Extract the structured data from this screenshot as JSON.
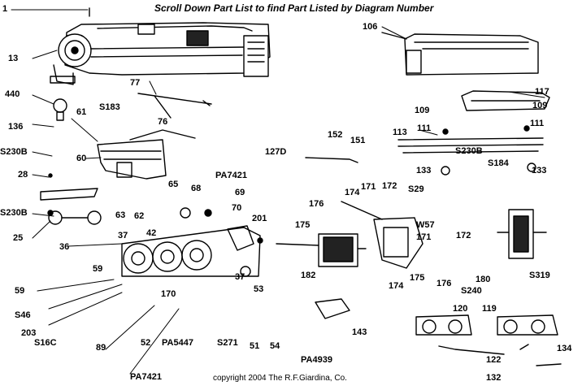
{
  "header": "Scroll Down Part List to find Part Listed by Diagram Number",
  "copyright": "copyright 2004 The R.F.Giardina, Co.",
  "callouts": [
    "1",
    "13",
    "106",
    "440",
    "77",
    "61",
    "S183",
    "136",
    "76",
    "117",
    "109",
    "109",
    "111",
    "111",
    "113",
    "S230B",
    "S230B",
    "152",
    "151",
    "127D",
    "60",
    "133",
    "S184",
    "133",
    "28",
    "PA7421",
    "65",
    "68",
    "69",
    "S230B",
    "62",
    "63",
    "25",
    "37",
    "42",
    "70",
    "201",
    "36",
    "174",
    "171",
    "172",
    "S29",
    "W57",
    "176",
    "175",
    "171",
    "172",
    "59",
    "182",
    "170",
    "174",
    "175",
    "176",
    "S240",
    "180",
    "S319",
    "59",
    "S46",
    "203",
    "S16C",
    "89",
    "52",
    "PA5447",
    "S271",
    "51",
    "54",
    "53",
    "120",
    "119",
    "143",
    "122",
    "132",
    "134",
    "PA4939",
    "PA7421",
    "37"
  ]
}
